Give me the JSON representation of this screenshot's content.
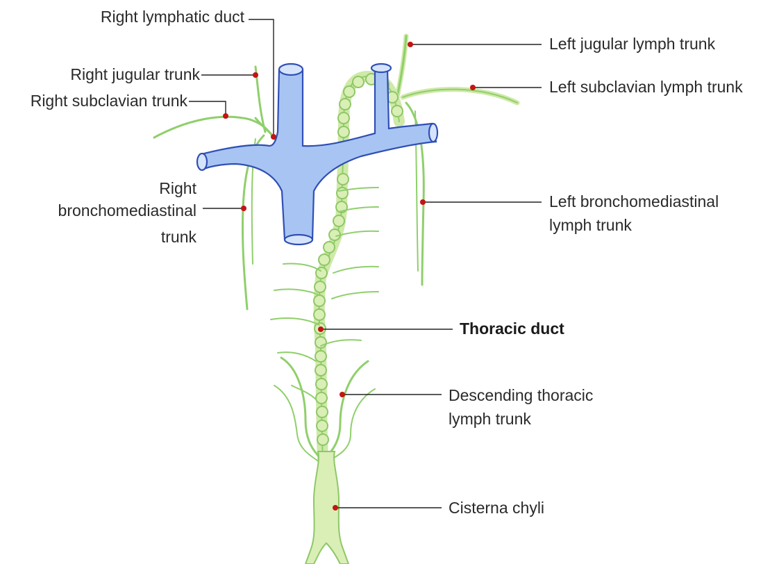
{
  "labels": {
    "right_lymphatic_duct": "Right lymphatic duct",
    "right_jugular_trunk": "Right jugular trunk",
    "right_subclavian_trunk": "Right subclavian trunk",
    "right_broncho_line1": "Right",
    "right_broncho_line2": "bronchomediastinal",
    "right_broncho_line3": "trunk",
    "left_jugular": "Left jugular lymph trunk",
    "left_subclavian": "Left subclavian lymph trunk",
    "left_broncho_line1": "Left bronchomediastinal",
    "left_broncho_line2": "lymph trunk",
    "thoracic_duct": "Thoracic duct",
    "descending_line1": "Descending thoracic",
    "descending_line2": "lymph trunk",
    "cisterna_chyli": "Cisterna chyli"
  },
  "colors": {
    "vein_fill": "#a8c4f2",
    "vein_stroke": "#2f4fb5",
    "lymph": "#8fcf6b",
    "marker": "#c41414"
  }
}
